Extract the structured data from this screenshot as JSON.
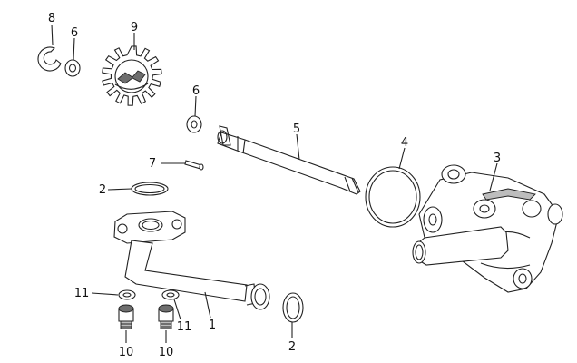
{
  "callouts": {
    "c1": "1",
    "c2a": "2",
    "c2b": "2",
    "c3": "3",
    "c4": "4",
    "c5": "5",
    "c6a": "6",
    "c6b": "6",
    "c7": "7",
    "c8": "8",
    "c9": "9",
    "c10a": "10",
    "c10b": "10",
    "c11a": "11",
    "c11b": "11"
  }
}
